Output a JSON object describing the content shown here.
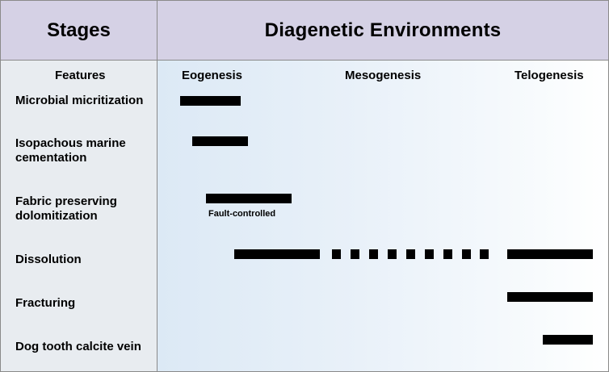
{
  "header": {
    "stages": "Stages",
    "environments": "Diagenetic Environments"
  },
  "subheader": {
    "features": "Features",
    "eogenesis": "Eogenesis",
    "mesogenesis": "Mesogenesis",
    "telogenesis": "Telogenesis"
  },
  "features": [
    "Microbial micritization",
    "Isopachous marine cementation",
    "Fabric preserving dolomitization",
    "Dissolution",
    "Fracturing",
    "Dog tooth calcite vein"
  ],
  "note": "Fault-controlled",
  "colors": {
    "header_bg": "#d5d1e5",
    "left_bg": "#e8ecf0",
    "bar": "#000000"
  }
}
